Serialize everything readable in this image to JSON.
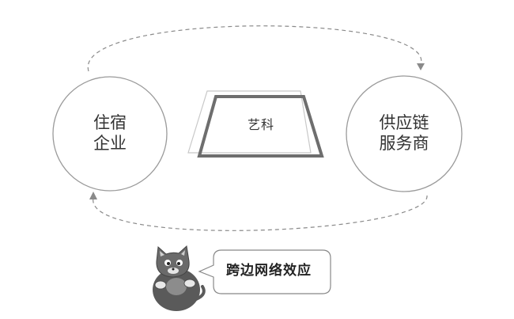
{
  "nodes": {
    "left": {
      "line1": "住宿",
      "line2": "企业"
    },
    "right": {
      "line1": "供应链",
      "line2": "服务商"
    },
    "center": {
      "label": "艺科"
    }
  },
  "speech_bubble": {
    "text": "跨边网络效应"
  },
  "colors": {
    "circle_stroke": "#9a9a9a",
    "platform_stroke": "#6e6e6e",
    "platform_shadow": "#c8c8c8",
    "dashed_arrow": "#8a8a8a",
    "cat_body": "#5a5a5a",
    "text": "#333333"
  },
  "icons": {
    "mascot": "cat-mascot-icon",
    "arrow": "arrowhead-icon"
  }
}
